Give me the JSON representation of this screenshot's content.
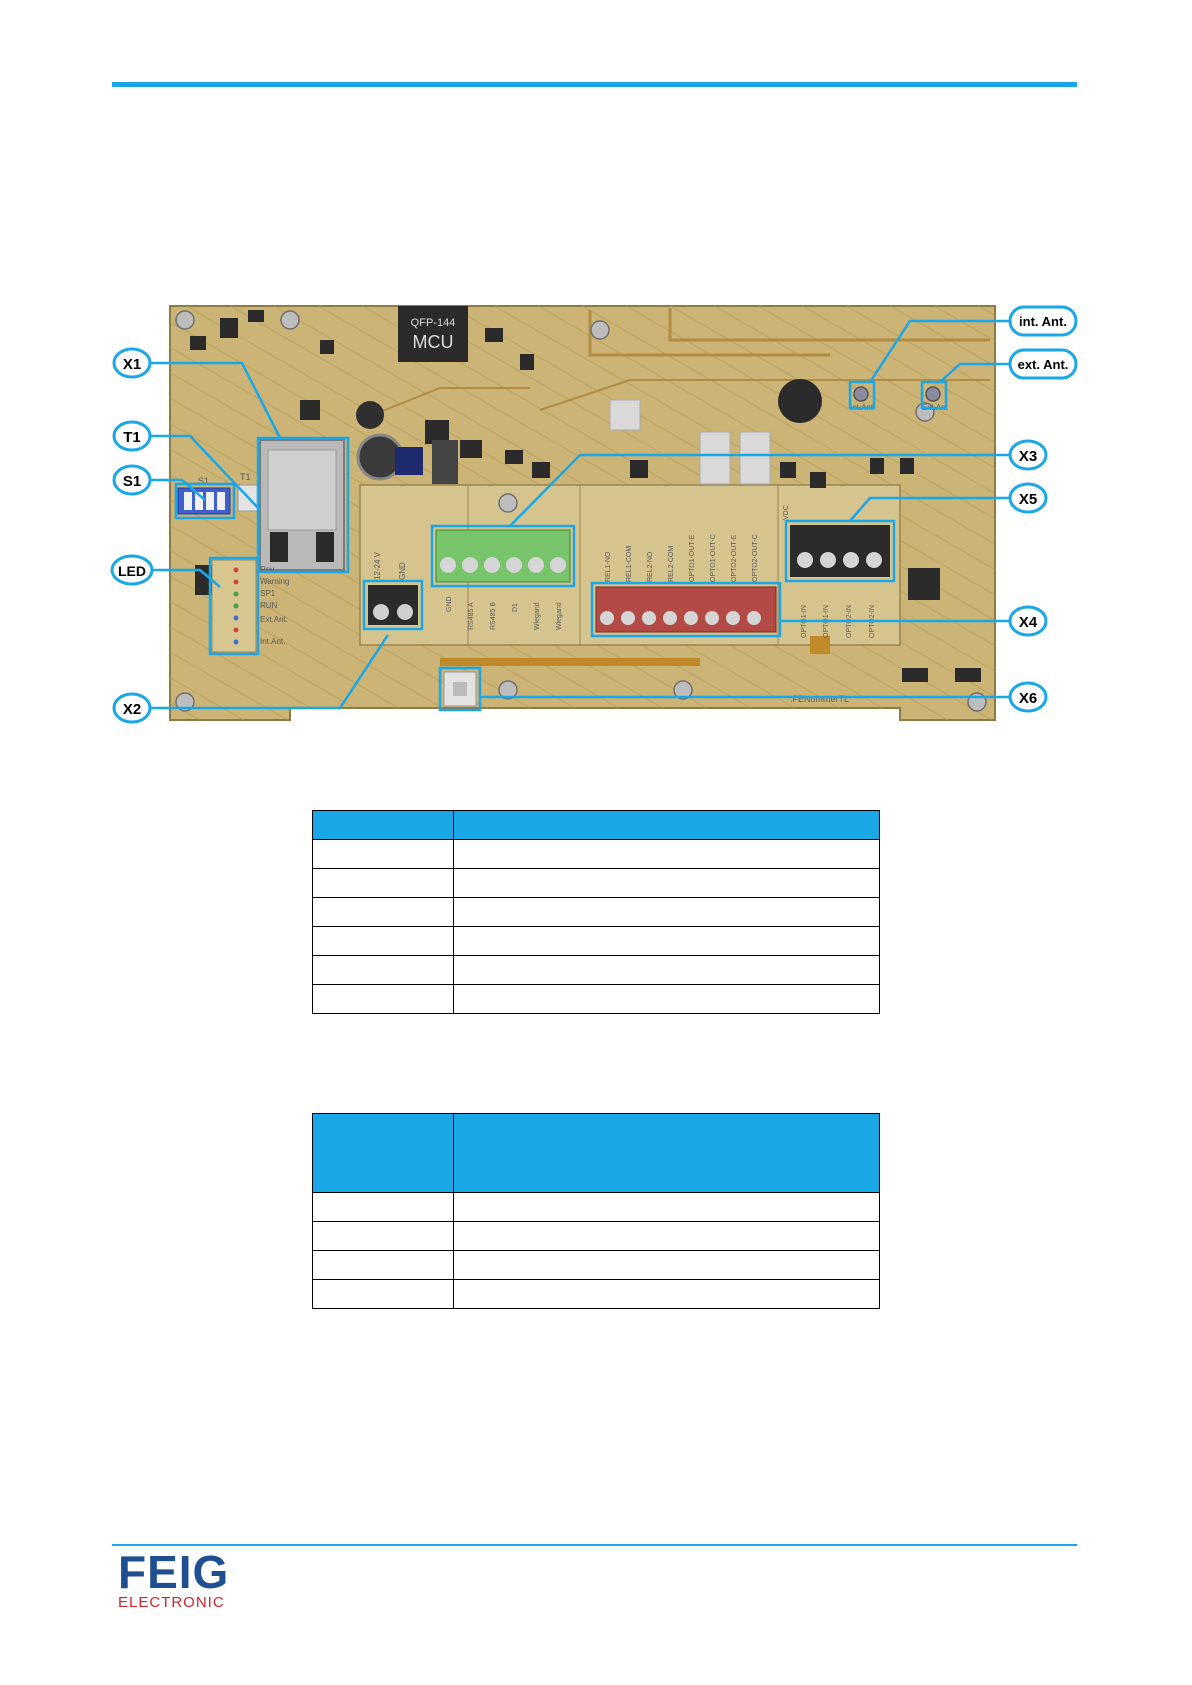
{
  "colors": {
    "accent": "#1aa7e8",
    "pcb": "#cbb476",
    "brand_blue": "#1d4f91",
    "brand_red": "#d2232a"
  },
  "figure": {
    "callouts": {
      "x1": "X1",
      "t1": "T1",
      "s1": "S1",
      "led": "LED",
      "x2": "X2",
      "x3": "X3",
      "x4": "X4",
      "x5": "X5",
      "x6": "X6",
      "int_ant": "int. Ant.",
      "ext_ant": "ext. Ant."
    },
    "board": {
      "mcu": "MCU",
      "qfp": "QFP-144",
      "s1_label": "S1",
      "t1_label": "T1",
      "int_ant_silk": "Int.Ant",
      "ext_ant_silk": "Ext.Ant",
      "x2_silk": "12-24 V",
      "x2_gnd": "GND",
      "led_silk": [
        "Rev.",
        "Warning",
        "SP1",
        "RUN",
        "Ext.Ant.",
        "Int.Ant."
      ],
      "x3_silk": [
        "GND",
        "RS485 A",
        "RS485 B",
        "D1",
        "Wiegand",
        "Wiegand"
      ],
      "x4_silk": [
        "REL1-NO",
        "REL1-COM",
        "REL2-NO",
        "REL2-COM",
        "OPTO1-OUT-E",
        "OPTO1-OUT-C",
        "OPTO2-OUT-E",
        "OPTO2-OUT-C"
      ],
      "x5_silk": [
        "VDC",
        "OPTO1-IN",
        "OPTO1-IN",
        "OPTO2-IN",
        "OPTO2-IN"
      ],
      "bottom_silk": ".FENummerTL"
    }
  },
  "logo": {
    "brand": "FEIG",
    "sub": "ELECTRONIC"
  }
}
